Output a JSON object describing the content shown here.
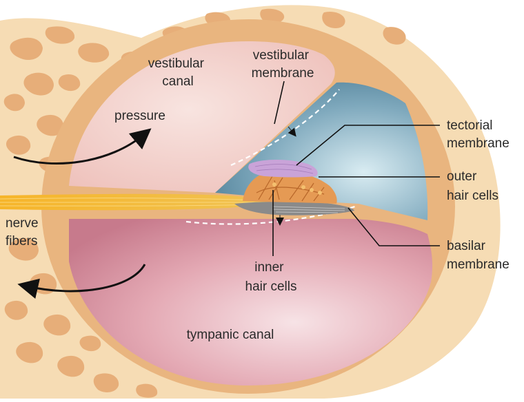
{
  "labels": {
    "vestibular_canal": [
      "vestibular",
      "canal"
    ],
    "vestibular_membrane": [
      "vestibular",
      "membrane"
    ],
    "pressure": "pressure",
    "tectorial_membrane": [
      "tectorial",
      "membrane"
    ],
    "outer_hair_cells": [
      "outer",
      "hair cells"
    ],
    "nerve_fibers": [
      "nerve",
      "fibers"
    ],
    "basilar_membrane": [
      "basilar",
      "membrane"
    ],
    "inner_hair_cells": [
      "inner",
      "hair cells"
    ],
    "tympanic_canal": "tympanic canal"
  },
  "colors": {
    "bone": "#f6dcb4",
    "bone_spot": "#e7ae79",
    "cochlear_wall": "#e9b57f",
    "vestibular_canal_fill": "#f3cfc8",
    "tympanic_canal_fill": "#dc93a1",
    "cochlear_duct_fill": "#5f8fa6",
    "tectorial_fill": "#c9a3d8",
    "nerve_fill": "#f3a81e",
    "basilar_fill": "#8a8a8a",
    "arrow": "#111111",
    "leader_line": "#111111"
  }
}
